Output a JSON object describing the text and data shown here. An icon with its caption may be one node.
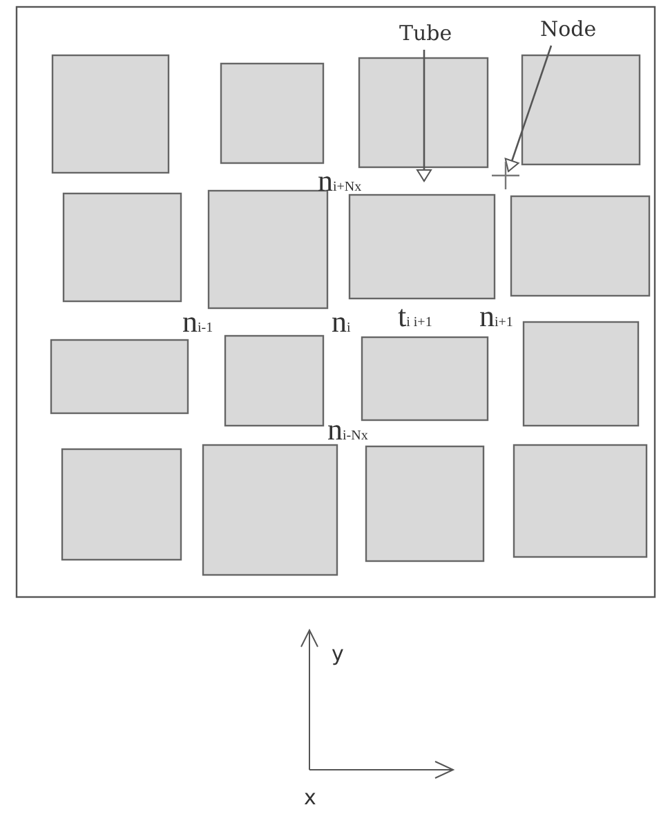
{
  "diagram": {
    "nodes": [
      {
        "text": [
          "Tube"
        ]
      },
      {
        "text": [
          "Node"
        ]
      },
      {
        "text": [],
        "shape": "cross"
      }
    ],
    "edges": [
      {
        "from": 0,
        "to": null,
        "arrow": "to"
      },
      {
        "from": 1,
        "to": 2,
        "arrow": "to"
      }
    ],
    "labels": [
      "n$_{i+Nx}$",
      "n$_{i-1}$",
      "n$_{i}$",
      "t$_{i i+1}$",
      "n$_{i+1}$",
      "n$_{i-Nx}$",
      "y",
      "x"
    ]
  }
}
